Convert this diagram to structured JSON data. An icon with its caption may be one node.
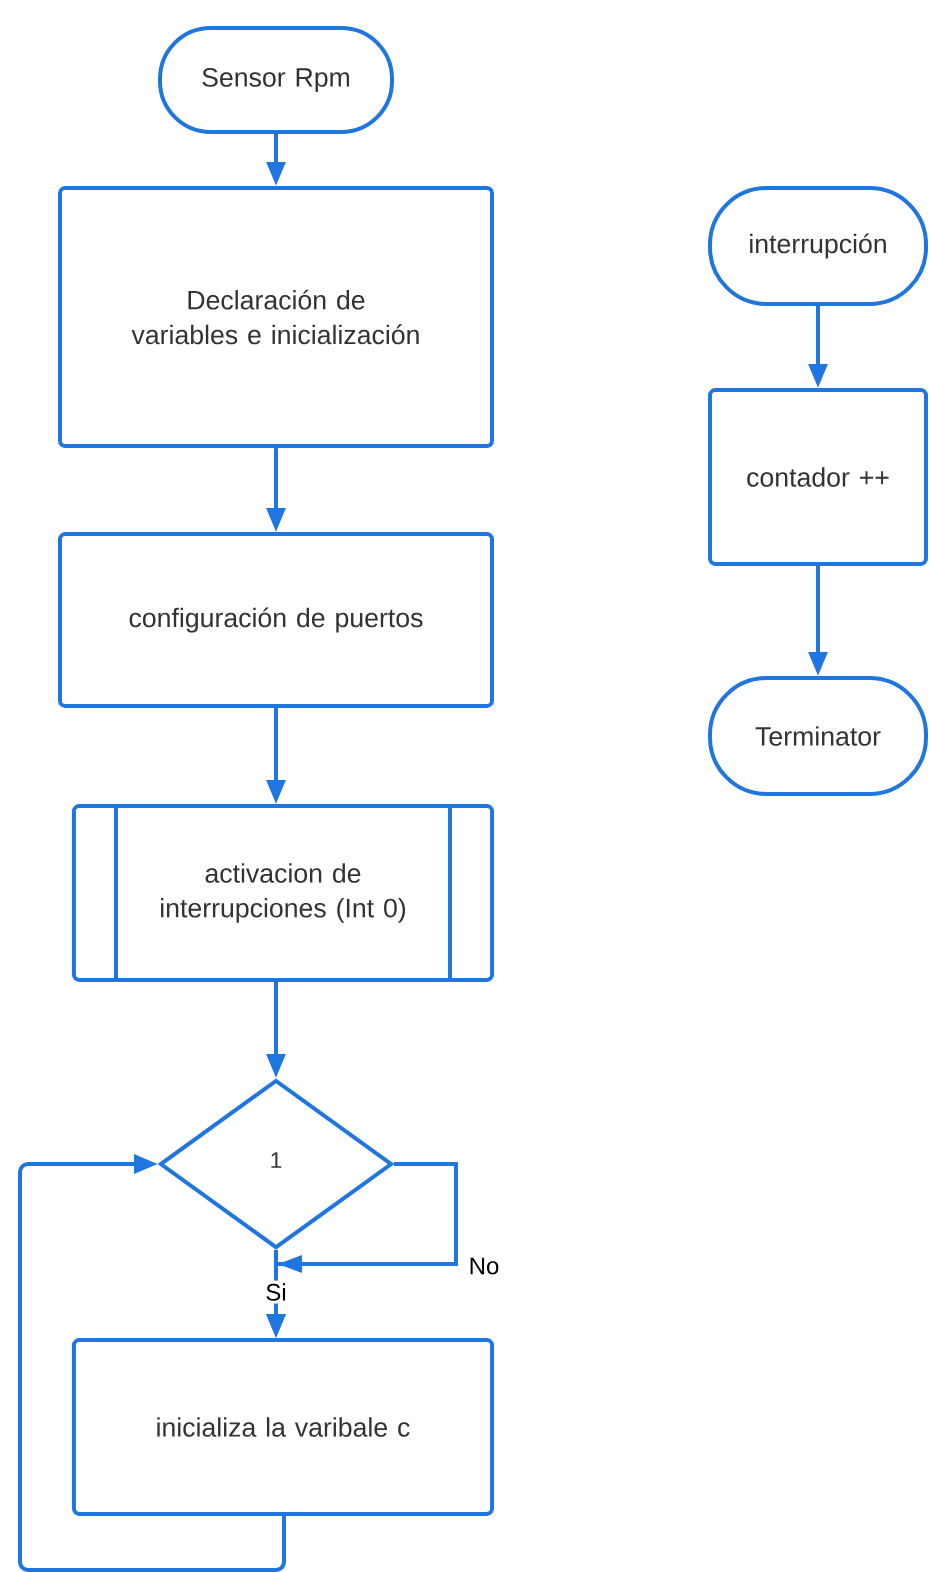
{
  "diagram": {
    "nodes": [
      {
        "text": [
          "Sensor Rpm"
        ]
      },
      {
        "text": [
          "Declaración de variables e inicialización"
        ]
      },
      {
        "text": [
          "configuración de puertos"
        ]
      },
      {
        "text": [
          "activacion de interrupciones (Int 0)"
        ]
      },
      {
        "text": [
          "1"
        ]
      },
      {
        "text": [
          "inicializa la varibale c"
        ]
      },
      {
        "text": [
          "interrupción"
        ]
      },
      {
        "text": [
          "contador ++"
        ]
      },
      {
        "text": [
          "Terminator"
        ]
      }
    ],
    "edges": [
      {
        "from": 0,
        "to": 1,
        "arrow": "to"
      },
      {
        "from": 1,
        "to": 2,
        "arrow": "to"
      },
      {
        "from": 2,
        "to": 3,
        "arrow": "to"
      },
      {
        "from": 3,
        "to": 4,
        "arrow": "to"
      },
      {
        "from": 4,
        "to": 5,
        "arrow": "to",
        "label": "Si"
      },
      {
        "from": 4,
        "to": 5,
        "arrow": "to",
        "label": "No"
      },
      {
        "from": 5,
        "to": 4,
        "arrow": "to"
      },
      {
        "from": 6,
        "to": 7,
        "arrow": "to"
      },
      {
        "from": 7,
        "to": 8,
        "arrow": "to"
      }
    ]
  }
}
